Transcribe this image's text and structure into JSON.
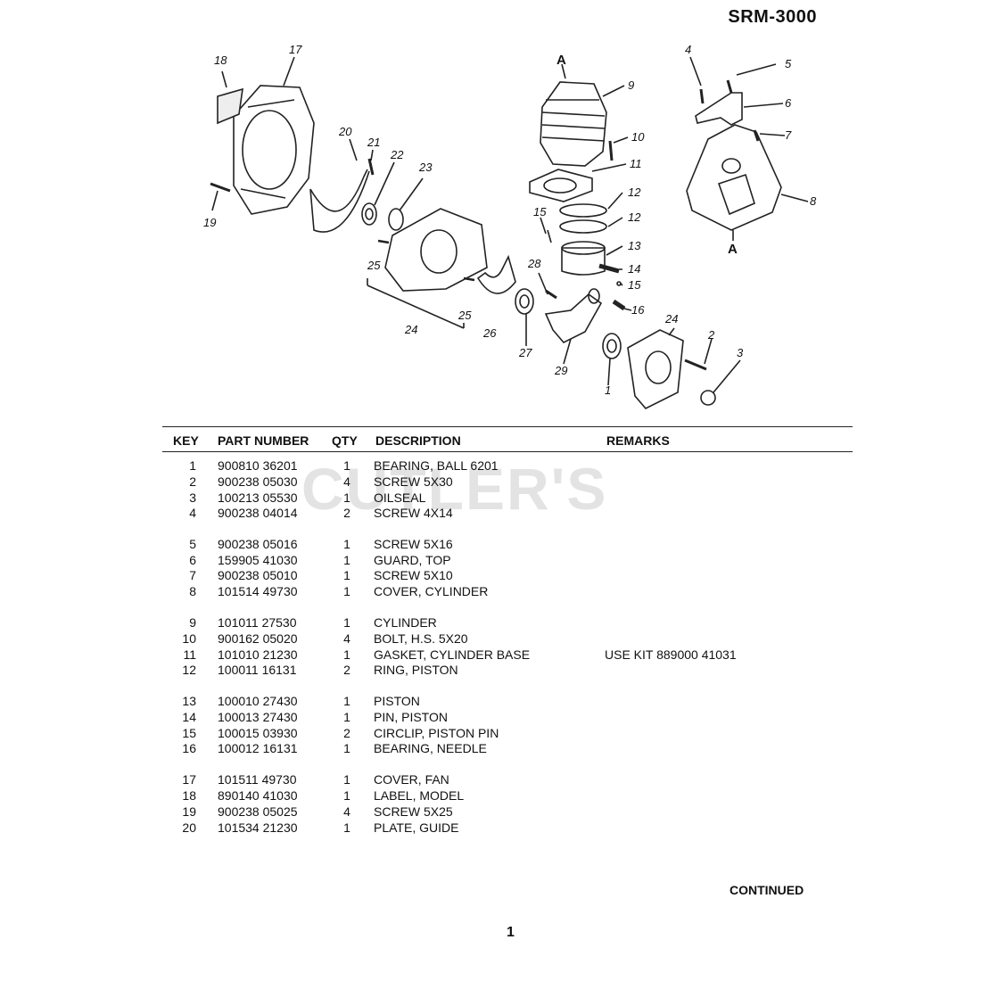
{
  "model": "SRM-3000",
  "diagram": {
    "callouts": [
      "18",
      "17",
      "20",
      "21",
      "22",
      "23",
      "19",
      "25",
      "25",
      "24",
      "26",
      "A",
      "9",
      "10",
      "11",
      "15",
      "12",
      "12",
      "13",
      "14",
      "15",
      "16",
      "28",
      "27",
      "29",
      "24",
      "1",
      "2",
      "3",
      "4",
      "5",
      "6",
      "7",
      "8",
      "A"
    ]
  },
  "table": {
    "headers": {
      "key": "KEY",
      "part": "PART NUMBER",
      "qty": "QTY",
      "desc": "DESCRIPTION",
      "remarks": "REMARKS"
    },
    "rows": [
      {
        "key": "1",
        "part": "900810 36201",
        "qty": "1",
        "desc": "BEARING, BALL 6201",
        "remarks": ""
      },
      {
        "key": "2",
        "part": "900238 05030",
        "qty": "4",
        "desc": "SCREW  5X30",
        "remarks": ""
      },
      {
        "key": "3",
        "part": "100213 05530",
        "qty": "1",
        "desc": "OILSEAL",
        "remarks": ""
      },
      {
        "key": "4",
        "part": "900238 04014",
        "qty": "2",
        "desc": "SCREW  4X14",
        "remarks": ""
      },
      {
        "key": "5",
        "part": "900238 05016",
        "qty": "1",
        "desc": "SCREW  5X16",
        "remarks": ""
      },
      {
        "key": "6",
        "part": "159905 41030",
        "qty": "1",
        "desc": "GUARD, TOP",
        "remarks": ""
      },
      {
        "key": "7",
        "part": "900238 05010",
        "qty": "1",
        "desc": "SCREW  5X10",
        "remarks": ""
      },
      {
        "key": "8",
        "part": "101514 49730",
        "qty": "1",
        "desc": "COVER, CYLINDER",
        "remarks": ""
      },
      {
        "key": "9",
        "part": "101011 27530",
        "qty": "1",
        "desc": "CYLINDER",
        "remarks": ""
      },
      {
        "key": "10",
        "part": "900162 05020",
        "qty": "4",
        "desc": "BOLT, H.S.  5X20",
        "remarks": ""
      },
      {
        "key": "11",
        "part": "101010 21230",
        "qty": "1",
        "desc": "GASKET, CYLINDER BASE",
        "remarks": "USE KIT 889000 41031"
      },
      {
        "key": "12",
        "part": "100011 16131",
        "qty": "2",
        "desc": "RING, PISTON",
        "remarks": ""
      },
      {
        "key": "13",
        "part": "100010 27430",
        "qty": "1",
        "desc": "PISTON",
        "remarks": ""
      },
      {
        "key": "14",
        "part": "100013 27430",
        "qty": "1",
        "desc": "PIN, PISTON",
        "remarks": ""
      },
      {
        "key": "15",
        "part": "100015 03930",
        "qty": "2",
        "desc": "CIRCLIP, PISTON PIN",
        "remarks": ""
      },
      {
        "key": "16",
        "part": "100012 16131",
        "qty": "1",
        "desc": "BEARING, NEEDLE",
        "remarks": ""
      },
      {
        "key": "17",
        "part": "101511 49730",
        "qty": "1",
        "desc": "COVER, FAN",
        "remarks": ""
      },
      {
        "key": "18",
        "part": "890140 41030",
        "qty": "1",
        "desc": "LABEL, MODEL",
        "remarks": ""
      },
      {
        "key": "19",
        "part": "900238 05025",
        "qty": "4",
        "desc": "SCREW  5X25",
        "remarks": ""
      },
      {
        "key": "20",
        "part": "101534 21230",
        "qty": "1",
        "desc": "PLATE, GUIDE",
        "remarks": ""
      }
    ]
  },
  "watermark": "CUTLER'S",
  "continued": "CONTINUED",
  "page_number": "1"
}
